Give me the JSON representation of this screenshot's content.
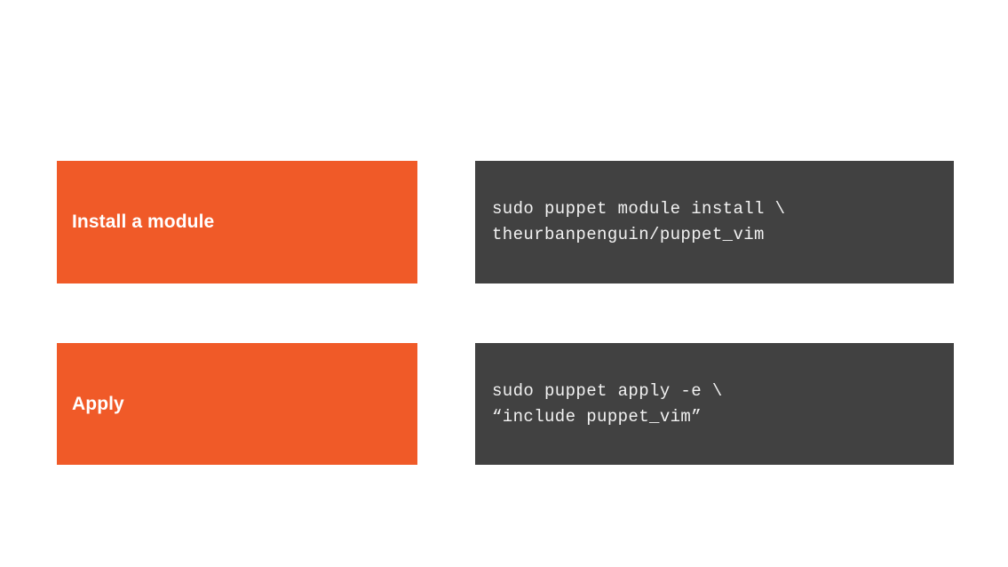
{
  "slide": {
    "background_color": "#ffffff",
    "accent_color": "#f05a28",
    "code_background_color": "#414141",
    "text_color": "#ffffff"
  },
  "rows": [
    {
      "label": "Install a module",
      "code_lines": [
        "sudo puppet module install \\",
        "theurbanpenguin/puppet_vim"
      ]
    },
    {
      "label": "Apply",
      "code_lines": [
        "sudo puppet apply -e \\",
        "“include puppet_vim”"
      ]
    }
  ]
}
